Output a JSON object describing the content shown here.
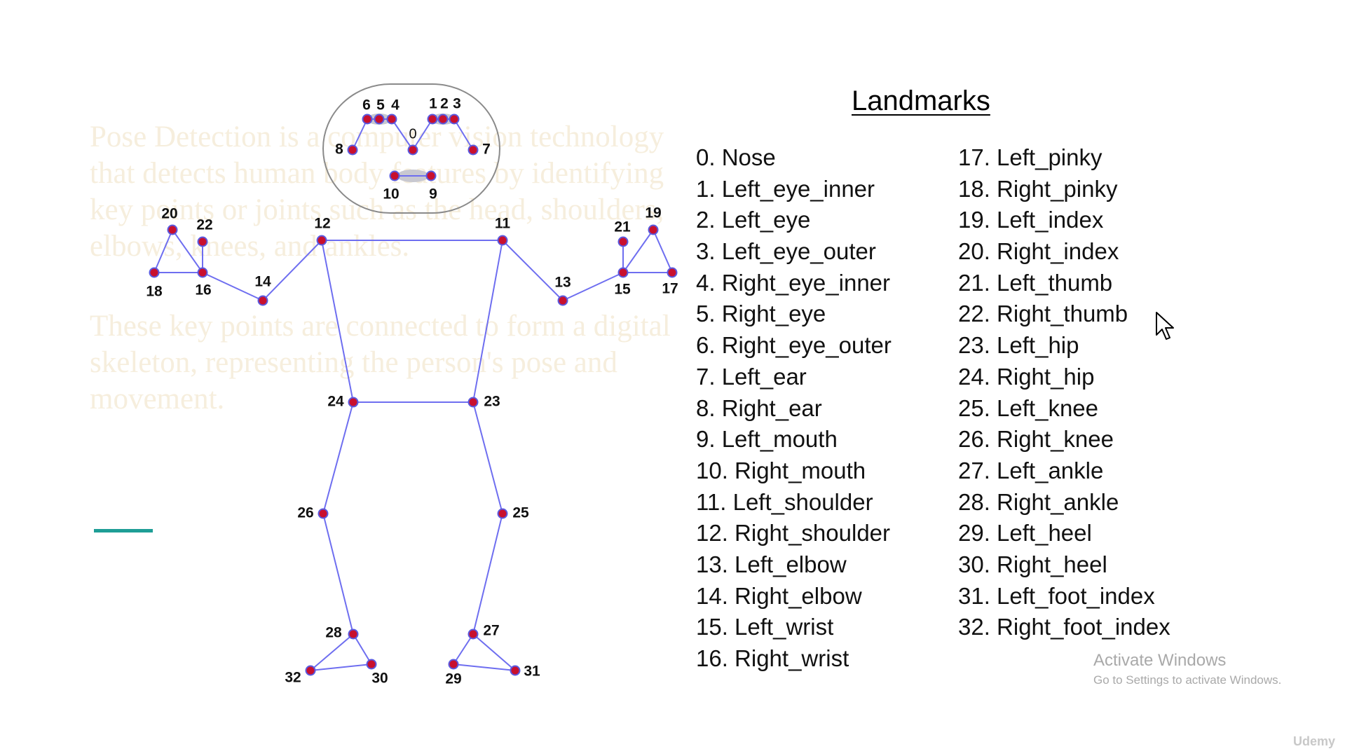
{
  "background_text": {
    "paragraph_1": "Pose Detection is a computer vision technology that detects human body features by identifying key points or joints such as the head, shoulders, elbows, knees, and ankles.",
    "paragraph_2": "These key points are connected to form a digital skeleton, representing the person's pose and movement."
  },
  "colors": {
    "accent_line": "#1e9e96",
    "edge": "#6e6ef0",
    "node_fill": "#c8102e",
    "node_ring": "#5a5ae0",
    "face_outline": "#8a8a8a"
  },
  "diagram": {
    "nodes": [
      "0",
      "1",
      "2",
      "3",
      "4",
      "5",
      "6",
      "7",
      "8",
      "9",
      "10",
      "11",
      "12",
      "13",
      "14",
      "15",
      "16",
      "17",
      "18",
      "19",
      "20",
      "21",
      "22",
      "23",
      "24",
      "25",
      "26",
      "27",
      "28",
      "29",
      "30",
      "31",
      "32"
    ],
    "edges": [
      [
        "11",
        "12"
      ],
      [
        "11",
        "13"
      ],
      [
        "13",
        "15"
      ],
      [
        "15",
        "17"
      ],
      [
        "15",
        "19"
      ],
      [
        "15",
        "21"
      ],
      [
        "17",
        "19"
      ],
      [
        "12",
        "14"
      ],
      [
        "14",
        "16"
      ],
      [
        "16",
        "18"
      ],
      [
        "16",
        "20"
      ],
      [
        "16",
        "22"
      ],
      [
        "18",
        "20"
      ],
      [
        "11",
        "23"
      ],
      [
        "12",
        "24"
      ],
      [
        "23",
        "24"
      ],
      [
        "23",
        "25"
      ],
      [
        "25",
        "27"
      ],
      [
        "27",
        "29"
      ],
      [
        "27",
        "31"
      ],
      [
        "29",
        "31"
      ],
      [
        "24",
        "26"
      ],
      [
        "26",
        "28"
      ],
      [
        "28",
        "30"
      ],
      [
        "28",
        "32"
      ],
      [
        "30",
        "32"
      ],
      [
        "0",
        "1"
      ],
      [
        "1",
        "2"
      ],
      [
        "2",
        "3"
      ],
      [
        "3",
        "7"
      ],
      [
        "0",
        "4"
      ],
      [
        "4",
        "5"
      ],
      [
        "5",
        "6"
      ],
      [
        "6",
        "8"
      ],
      [
        "9",
        "10"
      ]
    ]
  },
  "landmarks": {
    "title": "Landmarks",
    "items": [
      "0. Nose",
      "1. Left_eye_inner",
      "2. Left_eye",
      "3. Left_eye_outer",
      "4. Right_eye_inner",
      "5. Right_eye",
      "6. Right_eye_outer",
      "7. Left_ear",
      "8. Right_ear",
      "9. Left_mouth",
      "10. Right_mouth",
      "11. Left_shoulder",
      "12. Right_shoulder",
      "13. Left_elbow",
      "14. Right_elbow",
      "15. Left_wrist",
      "16. Right_wrist",
      "17. Left_pinky",
      "18. Right_pinky",
      "19. Left_index",
      "20. Right_index",
      "21. Left_thumb",
      "22. Right_thumb",
      "23. Left_hip",
      "24. Right_hip",
      "25. Left_knee",
      "26. Right_knee",
      "27. Left_ankle",
      "28. Right_ankle",
      "29. Left_heel",
      "30. Right_heel",
      "31. Left_foot_index",
      "32. Right_foot_index"
    ]
  },
  "watermark": {
    "activate_title": "Activate Windows",
    "activate_subtitle": "Go to Settings to activate Windows.",
    "brand": "Udemy"
  },
  "icons": {
    "cursor": "mouse-pointer-icon"
  }
}
